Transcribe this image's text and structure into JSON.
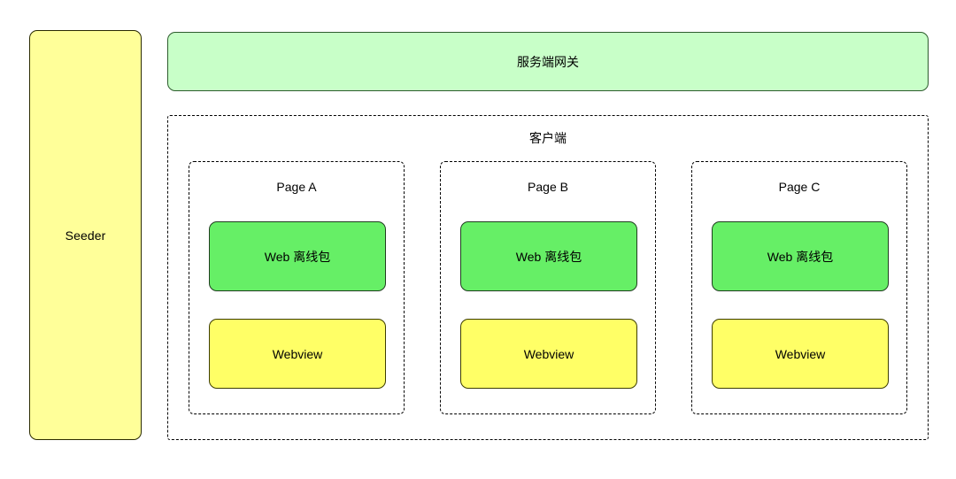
{
  "diagram": {
    "seeder": {
      "label": "Seeder",
      "fill": "#ffff99"
    },
    "gateway": {
      "label": "服务端网关",
      "fill": "#c8ffc8"
    },
    "client": {
      "title": "客户端",
      "pages": [
        {
          "title": "Page A",
          "offline_package": "Web 离线包",
          "webview": "Webview"
        },
        {
          "title": "Page B",
          "offline_package": "Web 离线包",
          "webview": "Webview"
        },
        {
          "title": "Page C",
          "offline_package": "Web 离线包",
          "webview": "Webview"
        }
      ],
      "offline_fill": "#66ef66",
      "webview_fill": "#ffff66"
    }
  }
}
